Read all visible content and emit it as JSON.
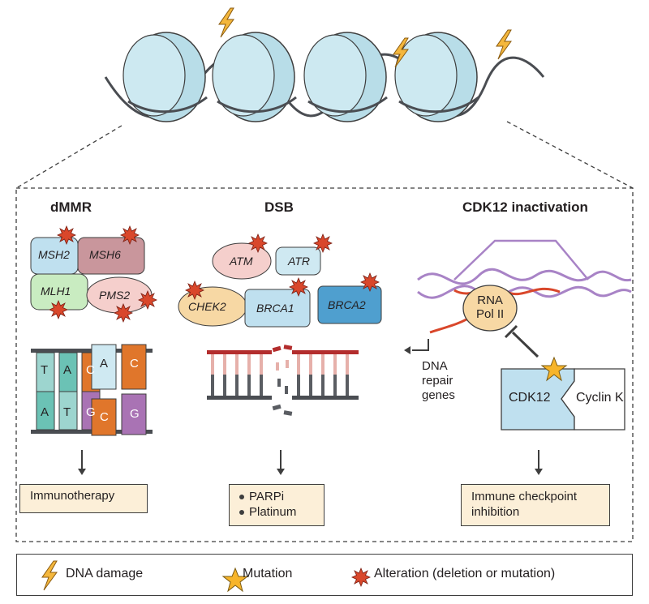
{
  "sections": {
    "dmmr": {
      "title": "dMMR",
      "genes": [
        "MSH2",
        "MSH6",
        "MLH1",
        "PMS2"
      ],
      "bases_top": [
        "T",
        "A",
        "C",
        "A",
        "C"
      ],
      "bases_bottom": [
        "A",
        "T",
        "G",
        "C",
        "G"
      ],
      "therapy": "Immunotherapy"
    },
    "dsb": {
      "title": "DSB",
      "genes": [
        "ATM",
        "ATR",
        "CHEK2",
        "BRCA1",
        "BRCA2"
      ],
      "therapies": [
        "PARPi",
        "Platinum"
      ]
    },
    "cdk12": {
      "title": "CDK12 inactivation",
      "rna_pol": [
        "RNA",
        "Pol II"
      ],
      "dna_repair": [
        "DNA",
        "repair",
        "genes"
      ],
      "cdk12_label": "CDK12",
      "cyclin_label": "Cyclin K",
      "therapy_lines": [
        "Immune checkpoint",
        "inhibition"
      ]
    }
  },
  "legend": {
    "dna_damage": "DNA damage",
    "mutation": "Mutation",
    "alteration": "Alteration (deletion or mutation)"
  },
  "colors": {
    "nucleosome": "#b8dde8",
    "dna_strand": "#4a4d52",
    "outcome_box": "#fcefd8",
    "starburst": "#d9472b",
    "lightning": "#f4b73d",
    "star": "#f7b52b",
    "base_T": "#9dd5cf",
    "base_A": "#6bc2b5",
    "base_C": "#e0762b",
    "base_G": "#a973b4"
  }
}
